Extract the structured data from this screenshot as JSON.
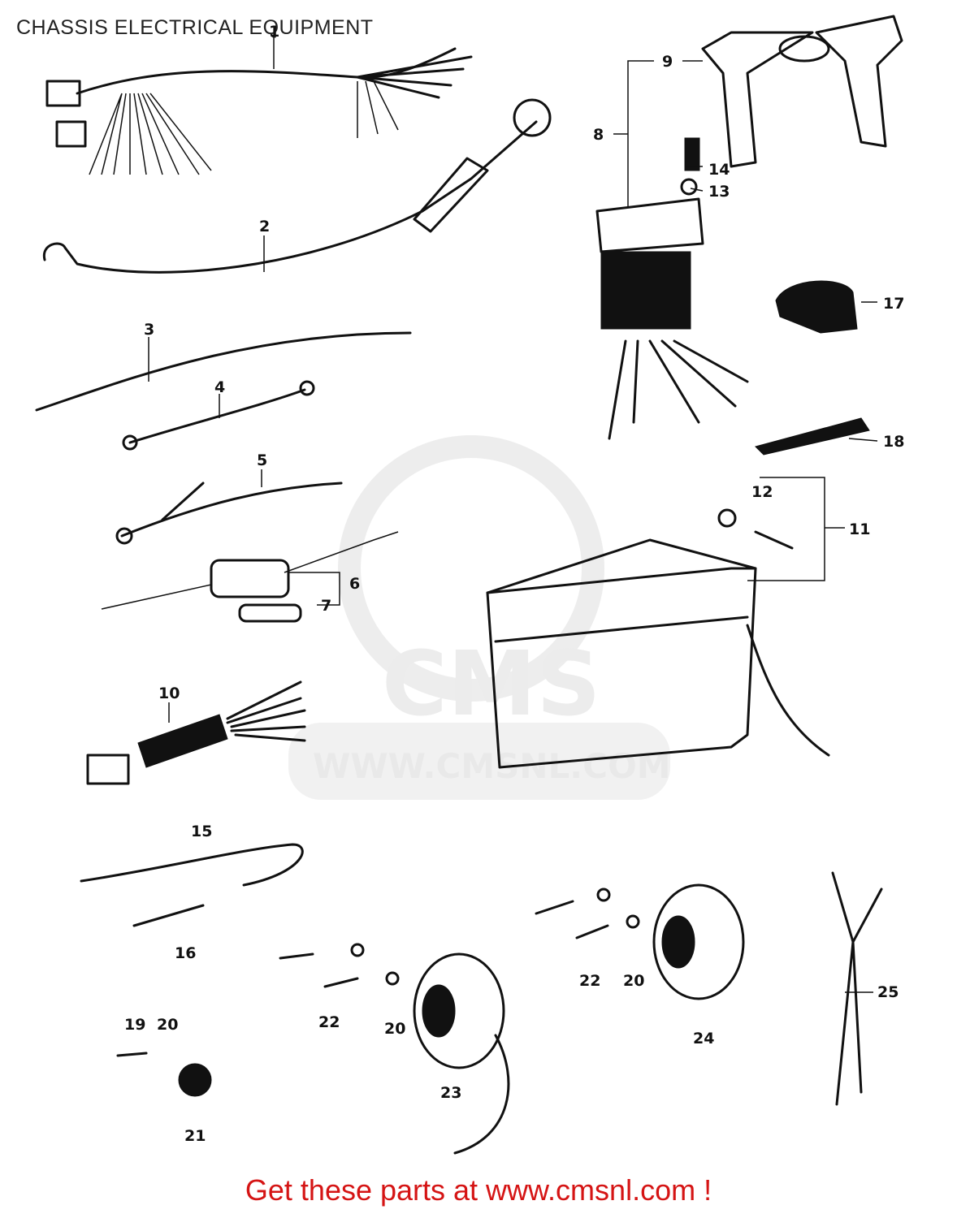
{
  "title": "CHASSIS ELECTRICAL EQUIPMENT",
  "footer": "Get these parts at www.cmsnl.com !",
  "watermark": {
    "logo_text": "CMS",
    "url_text": "WWW.CMSNL.COM"
  },
  "colors": {
    "footer_text": "#d51414",
    "ink": "#111111",
    "watermark": "#e6e6e6"
  },
  "callouts": {
    "c1": "1",
    "c2": "2",
    "c3": "3",
    "c4": "4",
    "c5": "5",
    "c6": "6",
    "c7": "7",
    "c8": "8",
    "c9": "9",
    "c10": "10",
    "c11": "11",
    "c12": "12",
    "c13": "13",
    "c14": "14",
    "c15": "15",
    "c16": "16",
    "c17": "17",
    "c18": "18",
    "c19": "19",
    "c20a": "20",
    "c20b": "20",
    "c20c": "20",
    "c21": "21",
    "c22a": "22",
    "c22b": "22",
    "c23": "23",
    "c24": "24",
    "c25": "25"
  }
}
